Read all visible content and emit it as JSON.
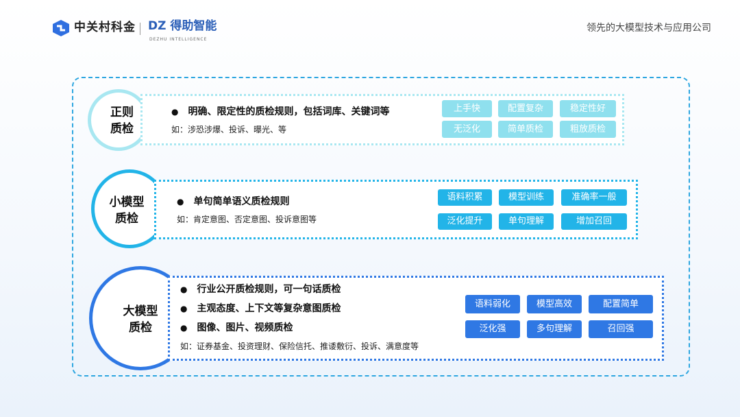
{
  "header": {
    "brand_primary": "中关村科金",
    "brand_secondary": "得助智能",
    "brand_secondary_sub": "DEZHU INTELLIGENCE",
    "tagline": "领先的大模型技术与应用公司"
  },
  "colors": {
    "row1": "#8fe0ee",
    "row2": "#22b4e8",
    "row3": "#2f78e4"
  },
  "rows": [
    {
      "title_line1": "正则",
      "title_line2": "质检",
      "bullets": [
        "明确、限定性的质检规则，包括词库、关键词等"
      ],
      "example": "如：涉恐涉爆、投诉、曝光、等",
      "tags": [
        "上手快",
        "配置复杂",
        "稳定性好",
        "无泛化",
        "简单质检",
        "粗放质检"
      ]
    },
    {
      "title_line1": "小模型",
      "title_line2": "质检",
      "bullets": [
        "单句简单语义质检规则"
      ],
      "example": "如：肯定意图、否定意图、投诉意图等",
      "tags": [
        "语料积累",
        "模型训练",
        "准确率一般",
        "泛化提升",
        "单句理解",
        "增加召回"
      ]
    },
    {
      "title_line1": "大模型",
      "title_line2": "质检",
      "bullets": [
        "行业公开质检规则，可一句话质检",
        "主观态度、上下文等复杂意图质检",
        "图像、图片、视频质检"
      ],
      "example": "如：证券基金、投资理财、保险信托、推诿敷衍、投诉、满意度等",
      "tags": [
        "语料弱化",
        "模型高效",
        "配置简单",
        "泛化强",
        "多句理解",
        "召回强"
      ]
    }
  ]
}
